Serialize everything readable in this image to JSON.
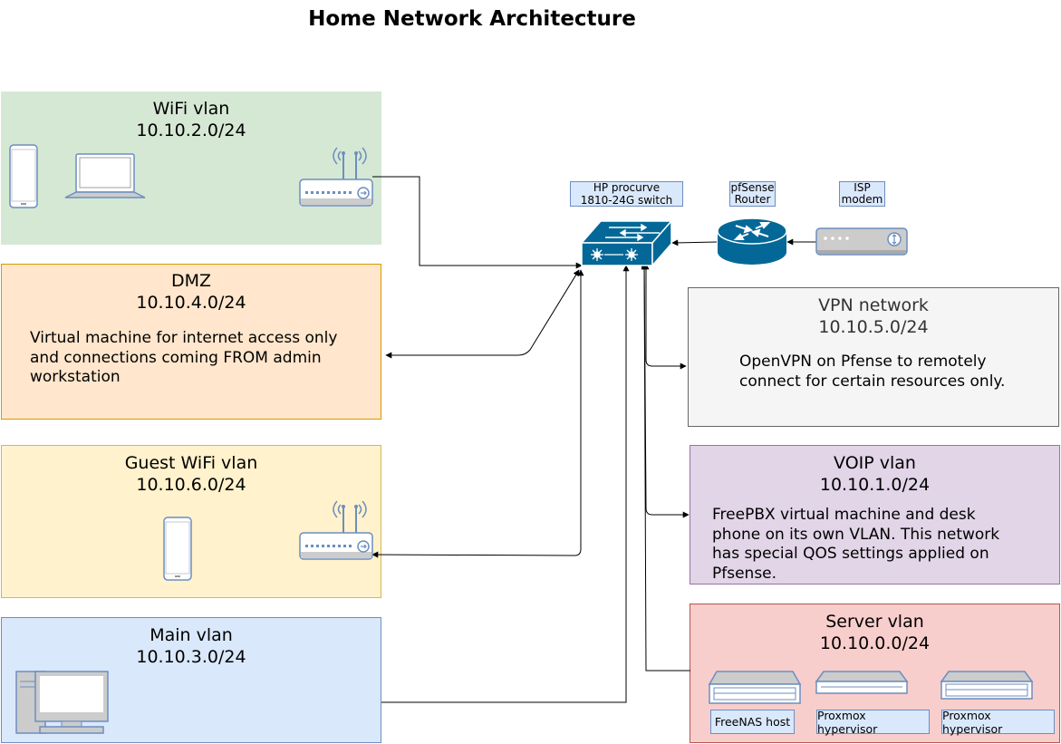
{
  "title": "Home Network Architecture",
  "zones": {
    "wifi": {
      "name": "WiFi vlan",
      "subnet": "10.10.2.0/24",
      "fill": "#d5e8d4",
      "stroke": "#d5e8d4"
    },
    "dmz": {
      "name": "DMZ",
      "subnet": "10.10.4.0/24",
      "desc": "Virtual machine for internet access only and connections coming FROM admin workstation",
      "fill": "#ffe6cc",
      "stroke": "#d79b00"
    },
    "guest": {
      "name": "Guest WiFi vlan",
      "subnet": "10.10.6.0/24",
      "fill": "#fff2cc",
      "stroke": "#d6b656"
    },
    "main": {
      "name": "Main vlan",
      "subnet": "10.10.3.0/24",
      "fill": "#dae8fc",
      "stroke": "#6c8ebf"
    },
    "vpn": {
      "name": "VPN network",
      "subnet": "10.10.5.0/24",
      "desc": "OpenVPN on Pfense to remotely connect for certain resources only.",
      "fill": "#f5f5f5",
      "stroke": "#666666"
    },
    "voip": {
      "name": "VOIP vlan",
      "subnet": "10.10.1.0/24",
      "desc": "FreePBX virtual machine and desk phone on its own VLAN. This network has special QOS settings applied on Pfsense.",
      "fill": "#e1d5e7",
      "stroke": "#9673a6"
    },
    "server": {
      "name": "Server vlan",
      "subnet": "10.10.0.0/24",
      "fill": "#f8cecc",
      "stroke": "#b85450"
    }
  },
  "devices": {
    "switch": {
      "line1": "HP procurve",
      "line2": "1810-24G switch"
    },
    "router": {
      "line1": "pfSense",
      "line2": "Router"
    },
    "modem": {
      "line1": "ISP",
      "line2": "modem"
    }
  },
  "servers": [
    {
      "label": "FreeNAS host"
    },
    {
      "label": "Proxmox hypervisor"
    },
    {
      "label": "Proxmox hypervisor"
    }
  ],
  "colors": {
    "device_blue": "#036897",
    "icon_stroke": "#6c8ebf",
    "icon_fill": "#ffffff",
    "icon_gray": "#cccccc"
  }
}
